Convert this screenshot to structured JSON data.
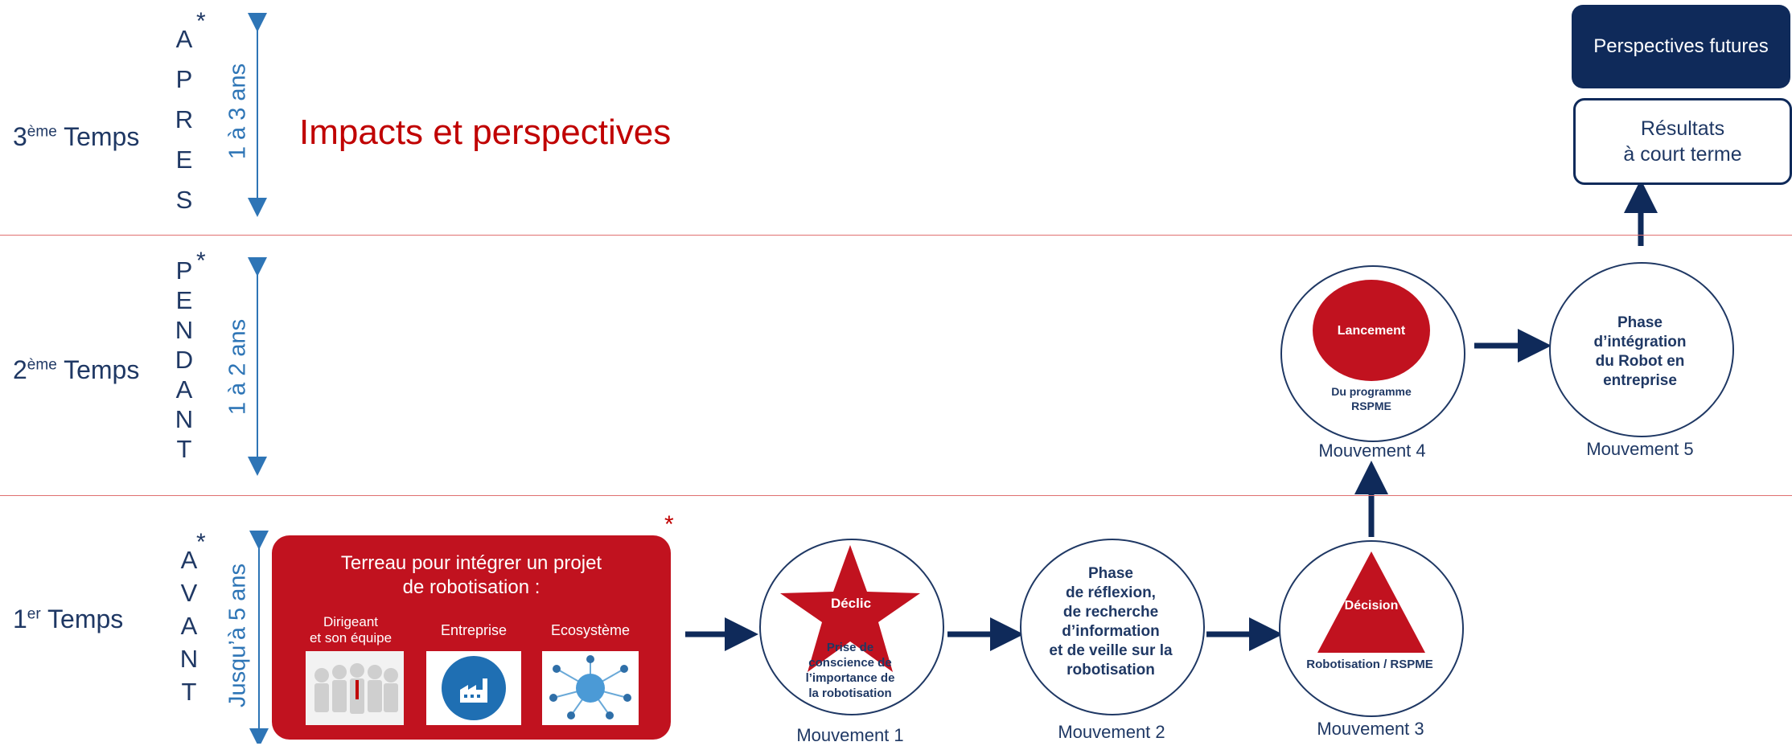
{
  "rows": [
    {
      "label": "3",
      "sup": "ème",
      "suffix": " Temps",
      "letters": [
        "A",
        "P",
        "R",
        "E",
        "S"
      ],
      "duration": "1 à 3 ans"
    },
    {
      "label": "2",
      "sup": "ème",
      "suffix": " Temps",
      "letters": [
        "P",
        "E",
        "N",
        "D",
        "A",
        "N",
        "T"
      ],
      "duration": "1 à 2 ans"
    },
    {
      "label": "1",
      "sup": "er",
      "suffix": " Temps",
      "letters": [
        "A",
        "V",
        "A",
        "N",
        "T"
      ],
      "duration": "Jusqu’à 5 ans"
    }
  ],
  "asterisk": "*",
  "impacts_title": "Impacts et perspectives",
  "terreau": {
    "title_line1": "Terreau pour intégrer un projet",
    "title_line2": "de robotisation :",
    "items": [
      {
        "label_line1": "Dirigeant",
        "label_line2": "et son équipe"
      },
      {
        "label_line1": "Entreprise",
        "label_line2": ""
      },
      {
        "label_line1": "Ecosystème",
        "label_line2": ""
      }
    ]
  },
  "mouvements": [
    {
      "label": "Mouvement 1",
      "shape_text": "Déclic",
      "lines": [
        "Prise de",
        "conscience de",
        "l’importance de",
        "la robotisation"
      ]
    },
    {
      "label": "Mouvement 2",
      "lines": [
        "Phase",
        "de réflexion,",
        "de recherche",
        "d’information",
        "et de veille sur la",
        "robotisation"
      ]
    },
    {
      "label": "Mouvement 3",
      "shape_text": "Décision",
      "lines": [
        "Robotisation / RSPME"
      ]
    },
    {
      "label": "Mouvement 4",
      "shape_text": "Lancement",
      "lines": [
        "Du programme",
        "RSPME"
      ]
    },
    {
      "label": "Mouvement 5",
      "lines": [
        "Phase",
        "d’intégration",
        "du Robot en",
        "entreprise"
      ]
    }
  ],
  "results": {
    "line1": "Résultats",
    "line2": "à court terme"
  },
  "perspectives": "Perspectives futures",
  "colors": {
    "navy": "#1f3864",
    "dark_navy": "#0f2a5a",
    "red": "#c1121f",
    "blue_text": "#2e75b6"
  }
}
